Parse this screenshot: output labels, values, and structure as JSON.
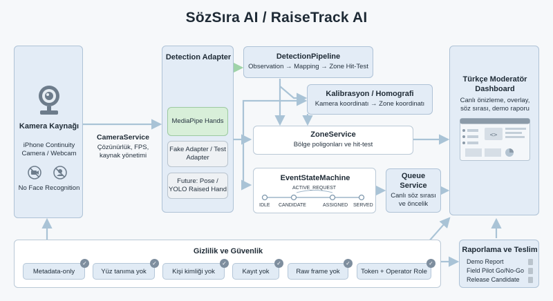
{
  "title": "SözSıra AI / RaiseTrack AI",
  "camera": {
    "title": "Kamera Kaynağı",
    "subtitle": "iPhone Continuity Camera / Webcam",
    "no_face": "No Face Recognition",
    "icons": [
      "webcam-icon",
      "no-camera-icon",
      "no-face-icon"
    ]
  },
  "camera_service": {
    "title": "CameraService",
    "subtitle": "Çözünürlük, FPS, kaynak yönetimi"
  },
  "detection_adapter": {
    "title": "Detection Adapter",
    "items": [
      "MediaPipe Hands",
      "Fake Adapter / Test Adapter",
      "Future: Pose / YOLO Raised Hand"
    ]
  },
  "detection_pipeline": {
    "title": "DetectionPipeline",
    "subtitle": "Observation → Mapping → Zone Hit-Test"
  },
  "calibration": {
    "title": "Kalibrasyon / Homografi",
    "subtitle": "Kamera koordinatı → Zone koordinatı"
  },
  "zone_service": {
    "title": "ZoneService",
    "subtitle": "Bölge poligonları ve hit-test"
  },
  "event_state_machine": {
    "title": "EventStateMachine",
    "top_state": "ACTIVE_REQUEST",
    "states": [
      "IDLE",
      "CANDIDATE",
      "ASSIGNED",
      "SERVED"
    ]
  },
  "queue_service": {
    "title": "Queue Service",
    "subtitle": "Canlı söz sırası ve öncelik"
  },
  "dashboard": {
    "title": "Türkçe Moderatör Dashboard",
    "subtitle": "Canlı önizleme, overlay, söz sırası, demo raporu"
  },
  "privacy": {
    "title": "Gizlilik ve Güvenlik",
    "chips": [
      "Metadata-only",
      "Yüz tanıma yok",
      "Kişi kimliği yok",
      "Kayıt yok",
      "Raw frame yok",
      "Token + Operator Role"
    ]
  },
  "reporting": {
    "title": "Raporlama ve Teslim",
    "items": [
      "Demo Report",
      "Field Pilot Go/No-Go",
      "Release Candidate"
    ]
  },
  "colors": {
    "line": "#a9c3d6",
    "green_line": "#9fd3a8",
    "panel_blue": "#e3ecf6",
    "green_box": "#d8efd9"
  }
}
